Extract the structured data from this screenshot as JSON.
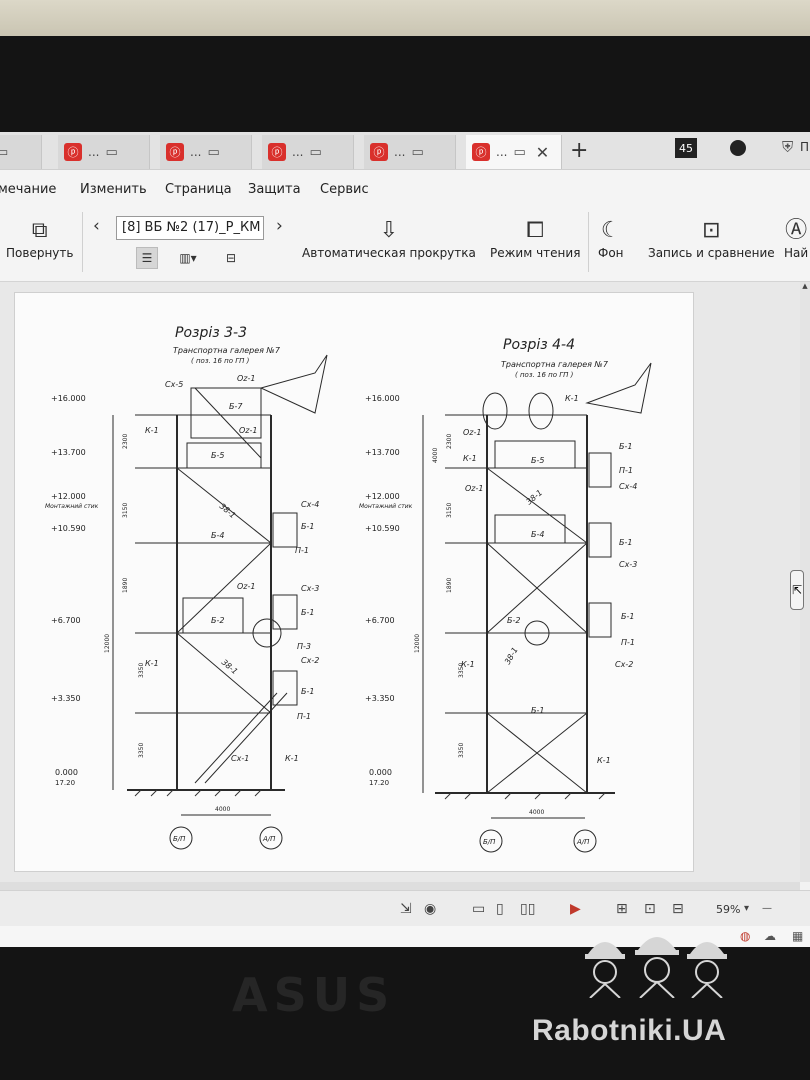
{
  "tabs": [
    {
      "label": "..."
    },
    {
      "label": "..."
    },
    {
      "label": "..."
    },
    {
      "label": "..."
    },
    {
      "label": "..."
    }
  ],
  "tabbar_right": {
    "badge": "45",
    "profile_text": "П"
  },
  "menu": {
    "items": [
      "мечание",
      "Изменить",
      "Страница",
      "Защита",
      "Сервис"
    ]
  },
  "toolbar": {
    "rotate_label": "Повернуть",
    "doc_name": "[8] ВБ №2 (17)_Р_КМ",
    "auto_scroll_label": "Автоматическая прокрутка",
    "reading_mode_label": "Режим чтения",
    "background_label": "Фон",
    "compare_label": "Запись и сравнение",
    "find_label": "Най"
  },
  "drawing": {
    "section_left_title": "Розріз 3-3",
    "section_right_title": "Розріз 4-4",
    "gallery_label": "Транспортна галерея №7",
    "gallery_sub": "( поз. 16 по ГП )",
    "levels": [
      "+16.000",
      "+13.700",
      "+12.000",
      "+10.590",
      "+6.700",
      "+3.350",
      "0.000"
    ],
    "level_sub_ground": "17.20",
    "level_sub_mount": "Монтажний стик",
    "axis_left": "Б/П",
    "axis_right": "А/П",
    "span": "4000",
    "labels_left": [
      "Сх-5",
      "Оz-1",
      "Б-7",
      "К-1",
      "Б-5",
      "Оz-1",
      "38-1",
      "Б-4",
      "Сх-4",
      "Б-1",
      "П-1",
      "Оz-1",
      "Сх-3",
      "Б-2",
      "38-1",
      "Б-1",
      "П-3",
      "К-1",
      "Сх-2",
      "Б-1",
      "П-1",
      "Сх-1",
      "К-1"
    ],
    "labels_right": [
      "К-1",
      "Оz-1",
      "К-1",
      "Б-5",
      "Б-1",
      "П-1",
      "Сх-4",
      "Оz-1",
      "38-1",
      "Б-4",
      "Б-1",
      "Сх-3",
      "Б-2",
      "38-1",
      "Б-1",
      "П-1",
      "Сх-2",
      "К-1",
      "Б-1",
      "К-1"
    ],
    "dims_left": [
      "2300",
      "3150",
      "1890",
      "3350",
      "3350",
      "12000"
    ],
    "dims_right": [
      "2300",
      "4000",
      "3150",
      "1890",
      "3350",
      "3350",
      "12000"
    ]
  },
  "status": {
    "zoom": "59%"
  },
  "laptop_brand": "ASUS",
  "watermark": "Rabotniki.UA"
}
